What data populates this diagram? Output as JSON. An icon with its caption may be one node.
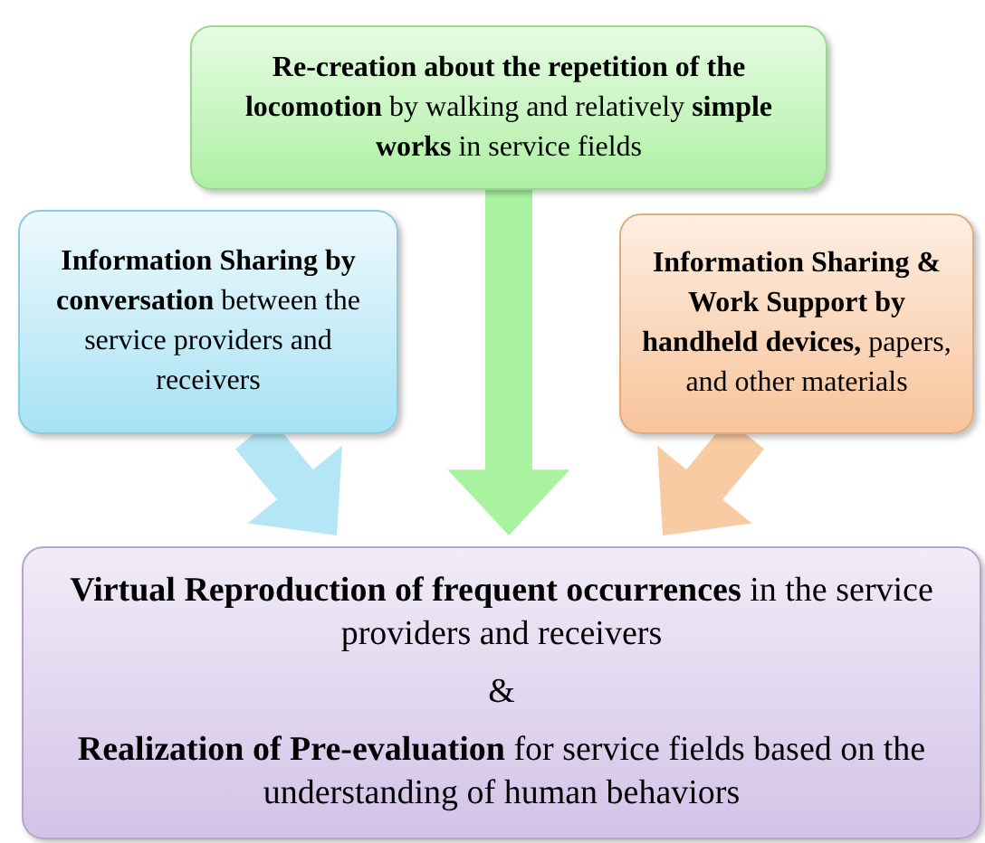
{
  "diagram": {
    "nodes": [
      {
        "text": [
          "**Re-creation about the repetition of the locomotion** by walking and relatively **simple works** in service fields"
        ]
      },
      {
        "text": [
          "**Information Sharing by conversation** between the service providers and receivers"
        ]
      },
      {
        "text": [
          "**Information Sharing & Work Support by handheld devices,** papers, and other materials"
        ]
      },
      {
        "text": [
          "**Virtual Reproduction of frequent occurrences** in the service providers and receivers",
          "&",
          "**Realization of Pre-evaluation** for service fields based on the understanding of human behaviors"
        ]
      }
    ],
    "edges": [
      {
        "from": 1,
        "to": 3,
        "arrow": "to",
        "style": "thick",
        "color": "#b4e6f6"
      },
      {
        "from": 0,
        "to": 3,
        "arrow": "to",
        "style": "thick",
        "color": "#a8f2a0"
      },
      {
        "from": 2,
        "to": 3,
        "arrow": "to",
        "style": "thick",
        "color": "#f9cba2"
      }
    ]
  }
}
